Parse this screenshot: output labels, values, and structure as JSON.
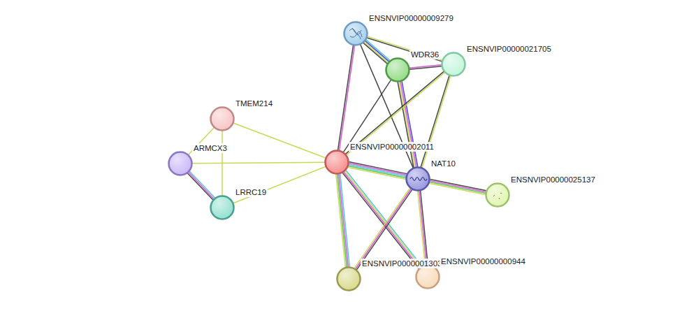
{
  "diagram": {
    "nodes": [
      {
        "text": [
          "ENSNVIP00000009279"
        ]
      },
      {
        "text": [
          "WDR36"
        ]
      },
      {
        "text": [
          "ENSNVIP00000021705"
        ]
      },
      {
        "text": [
          "TMEM214"
        ]
      },
      {
        "text": [
          "ARMCX3"
        ]
      },
      {
        "text": [
          "ENSNVIP00000002011"
        ]
      },
      {
        "text": [
          "NAT10"
        ]
      },
      {
        "text": [
          "ENSNVIP00000025137"
        ]
      },
      {
        "text": [
          "LRRC19"
        ]
      },
      {
        "text": [
          "ENSNVIP00000013035"
        ]
      },
      {
        "text": [
          "ENSNVIP00000000944"
        ]
      }
    ],
    "edges": [
      {
        "from": 0,
        "to": 1,
        "arrow": "none"
      },
      {
        "from": 0,
        "to": 2,
        "arrow": "none"
      },
      {
        "from": 0,
        "to": 5,
        "arrow": "none"
      },
      {
        "from": 0,
        "to": 6,
        "arrow": "none"
      },
      {
        "from": 1,
        "to": 2,
        "arrow": "none"
      },
      {
        "from": 1,
        "to": 5,
        "arrow": "none"
      },
      {
        "from": 1,
        "to": 6,
        "arrow": "none"
      },
      {
        "from": 2,
        "to": 5,
        "arrow": "none"
      },
      {
        "from": 2,
        "to": 6,
        "arrow": "none"
      },
      {
        "from": 3,
        "to": 4,
        "arrow": "none"
      },
      {
        "from": 3,
        "to": 5,
        "arrow": "none"
      },
      {
        "from": 3,
        "to": 8,
        "arrow": "none"
      },
      {
        "from": 4,
        "to": 5,
        "arrow": "none"
      },
      {
        "from": 4,
        "to": 8,
        "arrow": "none"
      },
      {
        "from": 5,
        "to": 8,
        "arrow": "none"
      },
      {
        "from": 5,
        "to": 6,
        "arrow": "none"
      },
      {
        "from": 5,
        "to": 9,
        "arrow": "none"
      },
      {
        "from": 5,
        "to": 10,
        "arrow": "none"
      },
      {
        "from": 6,
        "to": 7,
        "arrow": "none"
      },
      {
        "from": 6,
        "to": 9,
        "arrow": "none"
      },
      {
        "from": 6,
        "to": 10,
        "arrow": "none"
      }
    ]
  }
}
